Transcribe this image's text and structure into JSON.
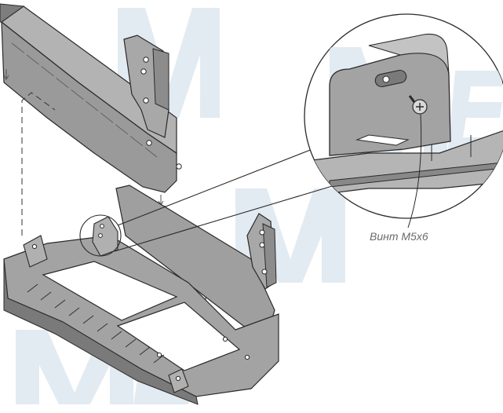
{
  "figure": {
    "type": "assembly-diagram",
    "parts": [
      "rail",
      "base-frame",
      "side-bracket",
      "screw"
    ],
    "detail_callout": {
      "label": "Винт М5х6"
    },
    "watermark_text": "МЕАЛ",
    "colors": {
      "metal_fill": "#9a9a9a",
      "metal_dark": "#6f6f6f",
      "metal_light": "#c9c9c9",
      "outline": "#2a2a2a",
      "watermark": "#dce6ef",
      "label": "#6b6b6b"
    }
  }
}
